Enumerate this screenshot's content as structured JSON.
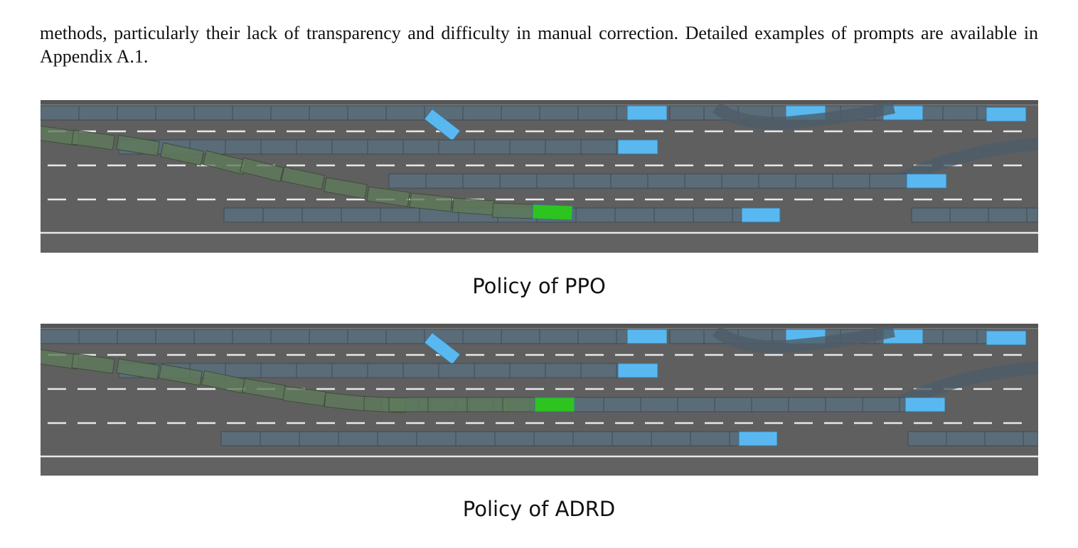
{
  "paragraph": {
    "text": "methods, particularly their lack of transparency and difficulty in manual correction. Detailed examples of prompts are available in Appendix A.1."
  },
  "figures": [
    {
      "caption": "Policy of PPO"
    },
    {
      "caption": "Policy of ADRD"
    }
  ],
  "colors": {
    "road": "#5f5f5f",
    "road_edge": "#555555",
    "vehicle_history": "#5b6e7e",
    "vehicle_other": "#5ab8f0",
    "ego_vehicle": "#2ec41f",
    "ego_history": "#5f7a5a",
    "lane_marking": "#e8e8e8"
  }
}
